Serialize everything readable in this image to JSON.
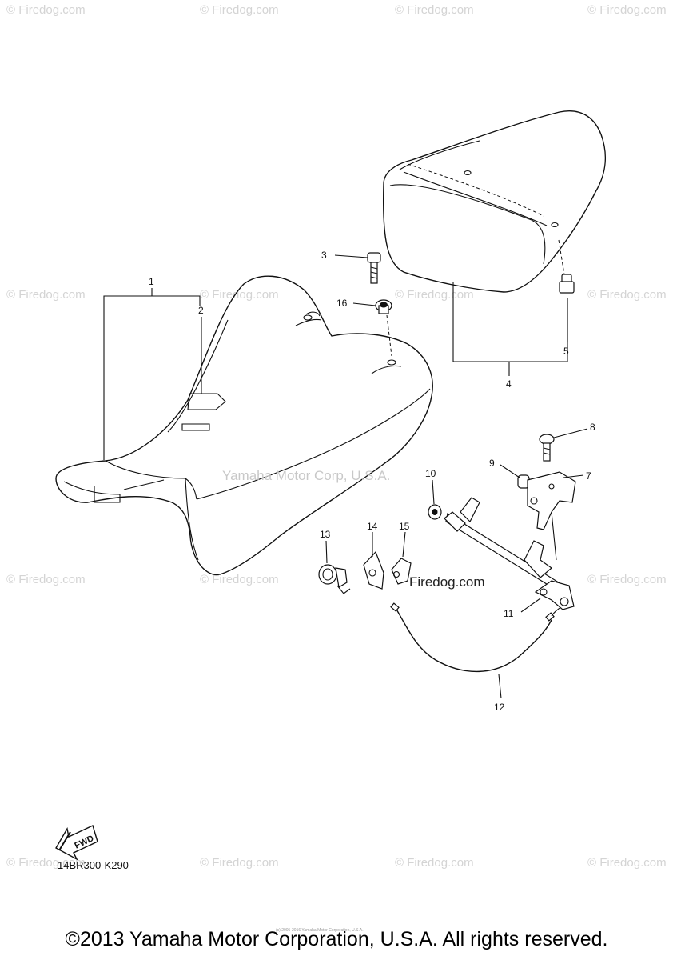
{
  "watermark": {
    "text": "© Firedog.com",
    "center_text": "Yamaha Motor Corp, U.S.A.",
    "link_text": "Firedog.com"
  },
  "callouts": [
    "1",
    "2",
    "3",
    "4",
    "5",
    "7",
    "8",
    "9",
    "10",
    "11",
    "12",
    "13",
    "14",
    "15",
    "16"
  ],
  "fwd_label": "FWD",
  "diagram_code": "14BR300-K290",
  "copyright": "©2013 Yamaha Motor Corporation, U.S.A. All rights reserved.",
  "fine_print": "(c) 2005-2016 Yamaha Motor Corporation, U.S.A."
}
